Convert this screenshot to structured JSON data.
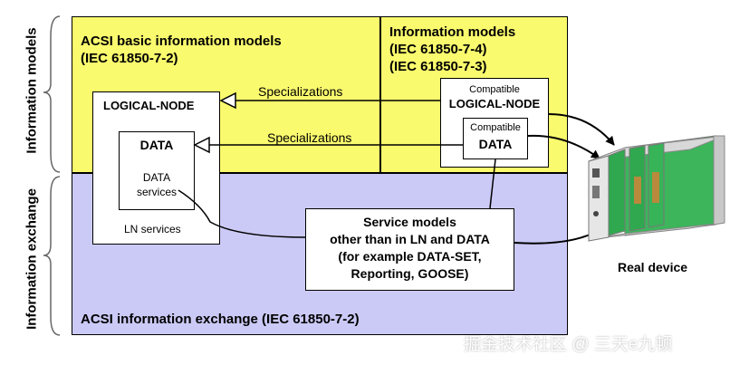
{
  "side_labels": {
    "information_models": "Information models",
    "information_exchange": "Information exchange"
  },
  "acsi_basic": {
    "title_line1": "ACSI basic information models",
    "title_line2": "(IEC 61850-7-2)"
  },
  "info_models": {
    "title_line1": "Information models",
    "title_line2": "(IEC 61850-7-4)",
    "title_line3": "(IEC 61850-7-3)"
  },
  "logical_node": {
    "title": "LOGICAL-NODE",
    "data_title": "DATA",
    "data_services_line1": "DATA",
    "data_services_line2": "services",
    "ln_services": "LN services"
  },
  "compatible": {
    "ln_small": "Compatible",
    "ln_title": "LOGICAL-NODE",
    "data_small": "Compatible",
    "data_title": "DATA"
  },
  "specializations": {
    "top": "Specializations",
    "bottom": "Specializations"
  },
  "service_models": {
    "line1": "Service models",
    "line2": "other than in LN and DATA",
    "line3": "(for example DATA-SET,",
    "line4": "Reporting, GOOSE)"
  },
  "exchange": {
    "title": "ACSI information exchange (IEC 61850-7-2)"
  },
  "device": {
    "label": "Real device"
  },
  "watermark": "掘金技术社区 @ 三天e九顿",
  "colors": {
    "yellow_zone": "#fafa6e",
    "lavender_zone": "#cbcaf6",
    "board_green": "#2fa84f"
  }
}
